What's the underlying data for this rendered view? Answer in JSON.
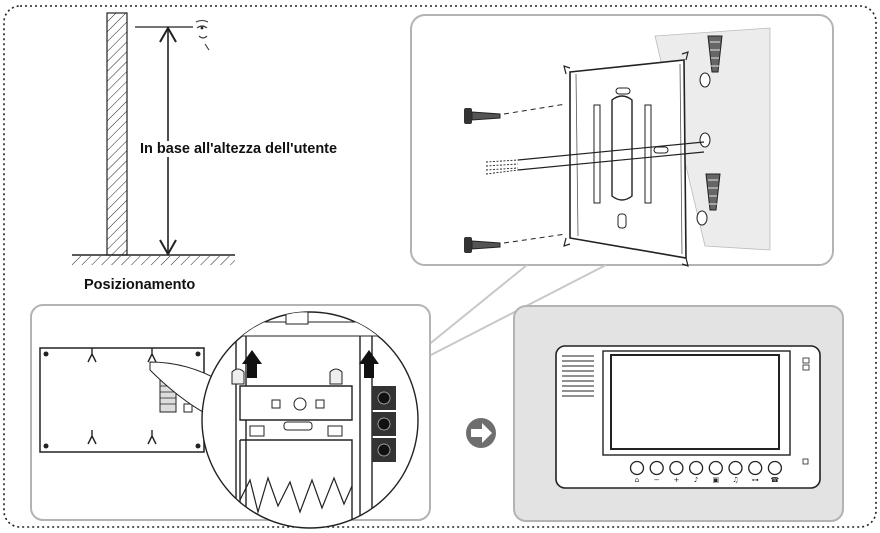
{
  "labels": {
    "height_note": "In base all'altezza dell'utente",
    "positioning": "Posizionamento"
  },
  "monitor": {
    "buttons": [
      {
        "name": "home",
        "glyph": "⌂"
      },
      {
        "name": "minus",
        "glyph": "−"
      },
      {
        "name": "plus",
        "glyph": "+"
      },
      {
        "name": "volume",
        "glyph": "♪"
      },
      {
        "name": "monitor",
        "glyph": "▣"
      },
      {
        "name": "bell",
        "glyph": "♫"
      },
      {
        "name": "key",
        "glyph": "⊶"
      },
      {
        "name": "handset",
        "glyph": "☎"
      }
    ]
  },
  "colors": {
    "line": "#222222",
    "panel_bg": "#ffffff",
    "panel_border": "#b3b3b3",
    "highlight_bg": "#e3e3e3",
    "arrow_fill": "#111111",
    "next_arrow": "#6e6e6e"
  }
}
